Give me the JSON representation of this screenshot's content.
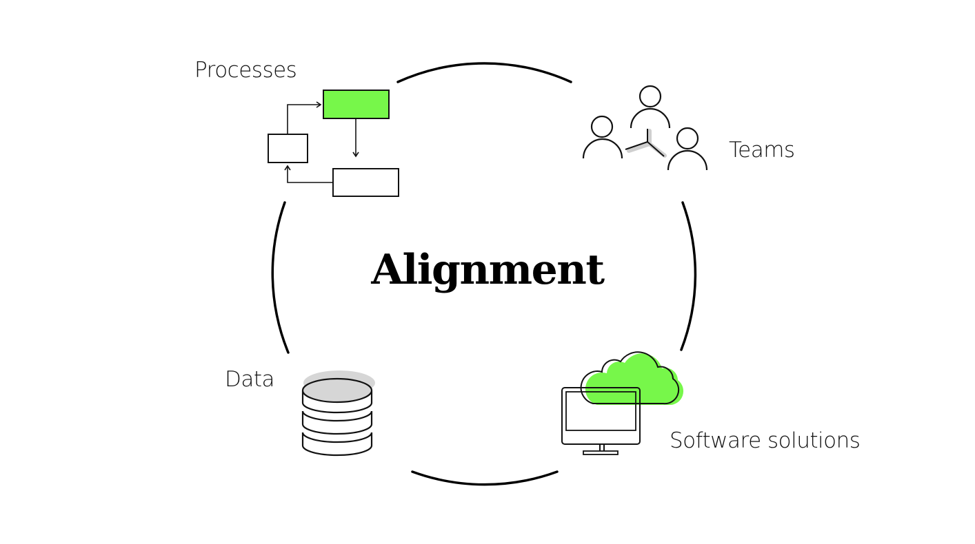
{
  "diagram": {
    "title": "Alignment",
    "nodes": [
      {
        "id": "processes",
        "label": "Processes",
        "icon": "flowchart-icon"
      },
      {
        "id": "teams",
        "label": "Teams",
        "icon": "people-network-icon"
      },
      {
        "id": "data",
        "label": "Data",
        "icon": "database-icon"
      },
      {
        "id": "software",
        "label": "Software solutions",
        "icon": "cloud-monitor-icon"
      }
    ]
  },
  "colors": {
    "accent": "#77f74a",
    "stroke": "#111111",
    "shadow": "#d6d6d6"
  }
}
